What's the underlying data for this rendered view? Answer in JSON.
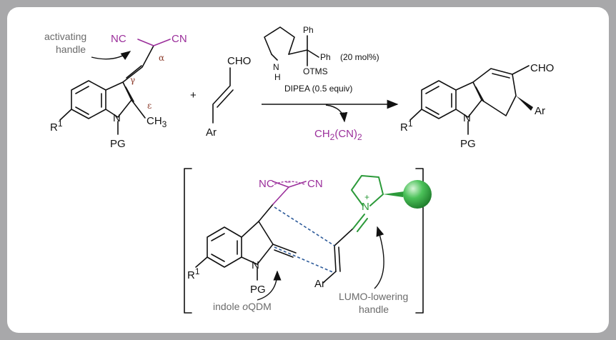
{
  "labels": {
    "activating_handle_1": "activating",
    "activating_handle_2": "handle",
    "nc": "NC",
    "cn": "CN",
    "alpha": "α",
    "gamma": "γ",
    "epsilon": "ε",
    "ch3": "CH",
    "ch3_sub": "3",
    "n": "N",
    "r": "R",
    "r_sup": "1",
    "pg": "PG",
    "plus": "+",
    "cho": "CHO",
    "ar": "Ar",
    "catalyst_ph1": "Ph",
    "catalyst_ph2": "Ph",
    "catalyst_loading": "(20 mol%)",
    "catalyst_nh_n": "N",
    "catalyst_nh_h": "H",
    "catalyst_otms": "OTMS",
    "base": "DIPEA (0.5 equiv)",
    "byproduct_1": "CH",
    "byproduct_sub": "2",
    "byproduct_2": "(CN)",
    "byproduct_sub2": "2",
    "ts_nc": "NC",
    "ts_cn": "CN",
    "ts_minus": "–",
    "ts_nplus": "N",
    "ts_plus": "+",
    "indole_oqdm_1": "indole ",
    "indole_oqdm_2": "o",
    "indole_oqdm_3": "QDM",
    "lumo_1": "LUMO-lowering",
    "lumo_2": "handle"
  },
  "colors": {
    "background": "#a8a8aa",
    "panel": "#ffffff",
    "handle_purple": "#9b2f9b",
    "catalyst_green": "#2c9a3a",
    "ts_dash_blue": "#2e5b9a",
    "note_gray": "#6b6b6b"
  }
}
